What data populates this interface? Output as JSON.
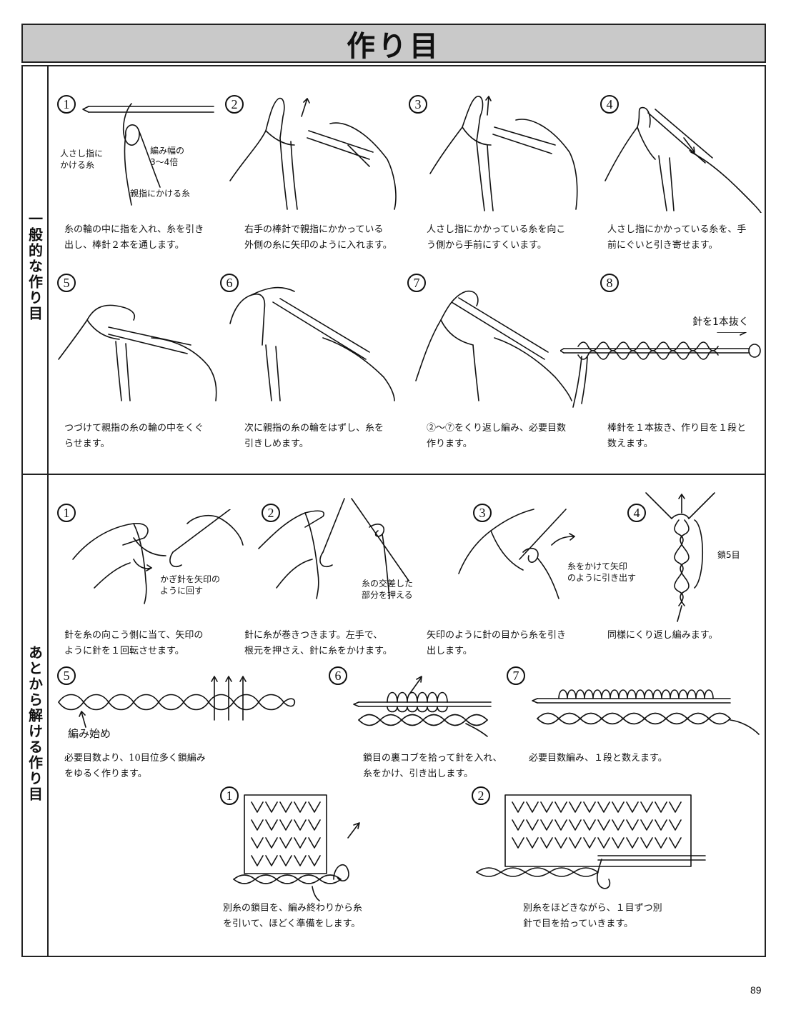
{
  "title": "作り目",
  "sections": [
    {
      "label": "一般的な作り目",
      "steps": [
        {
          "num": "1",
          "caption": "糸の輪の中に指を入れ、糸を引き\n出し、棒針２本を通します。",
          "notes": [
            "人さし指に\nかける糸",
            "編み幅の\n3～4倍",
            "親指にかける糸"
          ]
        },
        {
          "num": "2",
          "caption": "右手の棒針で親指にかかっている\n外側の糸に矢印のように入れます。"
        },
        {
          "num": "3",
          "caption": "人さし指にかかっている糸を向こ\nう側から手前にすくいます。"
        },
        {
          "num": "4",
          "caption": "人さし指にかかっている糸を、手\n前にぐいと引き寄せます。"
        },
        {
          "num": "5",
          "caption": "つづけて親指の糸の輪の中をくぐ\nらせます。"
        },
        {
          "num": "6",
          "caption": "次に親指の糸の輪をはずし、糸を\n引きしめます。"
        },
        {
          "num": "7",
          "caption": "②～⑦をくり返し編み、必要目数\n作ります。"
        },
        {
          "num": "8",
          "caption": "棒針を１本抜き、作り目を１段と\n数えます。",
          "notes": [
            "針を1本抜く"
          ]
        }
      ]
    },
    {
      "label": "あとから解ける作り目",
      "steps": [
        {
          "num": "1",
          "caption": "針を糸の向こう側に当て、矢印の\nように針を１回転させます。",
          "notes": [
            "かぎ針を矢印の\nように回す"
          ]
        },
        {
          "num": "2",
          "caption": "針に糸が巻きつきます。左手で、\n根元を押さえ、針に糸をかけます。",
          "notes": [
            "糸の交差した\n部分を押える"
          ]
        },
        {
          "num": "3",
          "caption": "矢印のように針の目から糸を引き\n出します。",
          "notes": [
            "糸をかけて矢印\nのように引き出す"
          ]
        },
        {
          "num": "4",
          "caption": "同様にくり返し編みます。",
          "notes": [
            "鎖5目"
          ]
        },
        {
          "num": "5",
          "caption": "必要目数より、10目位多く鎖編み\nをゆるく作ります。",
          "notes": [
            "編み始め"
          ]
        },
        {
          "num": "6",
          "caption": "鎖目の裏コブを拾って針を入れ、\n糸をかけ、引き出します。"
        },
        {
          "num": "7",
          "caption": "必要目数編み、１段と数えます。"
        }
      ],
      "sub_steps": [
        {
          "num": "1",
          "caption": "別糸の鎖目を、編み終わりから糸\nを引いて、ほどく準備をします。"
        },
        {
          "num": "2",
          "caption": "別糸をほどきながら、１目ずつ別\n針で目を拾っていきます。"
        }
      ]
    }
  ],
  "page_number": "89"
}
